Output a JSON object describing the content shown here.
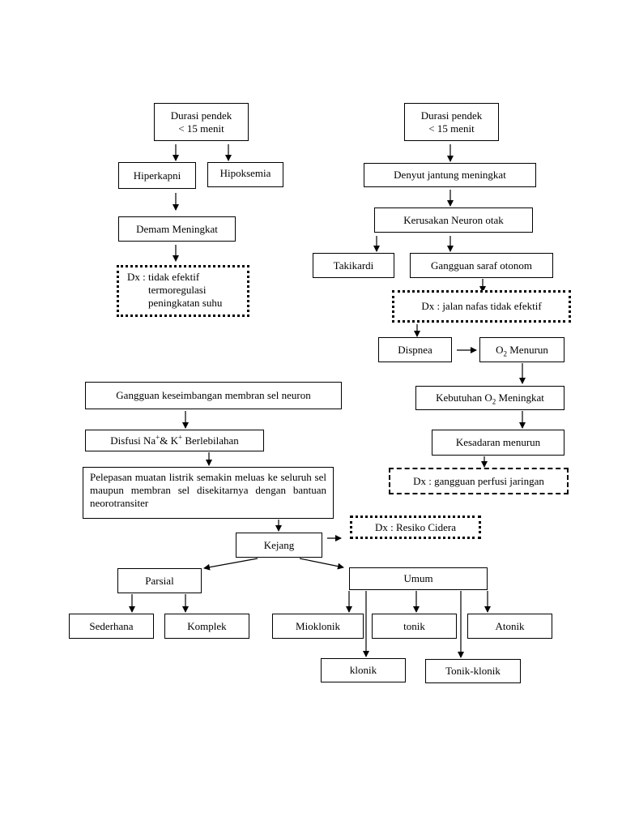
{
  "left_top": {
    "durasi": [
      "Durasi pendek",
      "< 15 menit"
    ],
    "hiperkapni": "Hiperkapni",
    "hipoksemia": "Hipoksemia",
    "demam": "Demam Meningkat",
    "dx_termo": [
      "Dx : tidak efektif",
      "termoregulasi",
      "peningkatan suhu"
    ]
  },
  "right_top": {
    "durasi": [
      "Durasi pendek",
      "< 15 menit"
    ],
    "denyut": "Denyut jantung meningkat",
    "kerusakan": "Kerusakan Neuron otak",
    "takikardi": "Takikardi",
    "gangguan_saraf": "Gangguan saraf otonom",
    "dx_jalan_nafas": "Dx : jalan nafas tidak efektif",
    "dispnea": "Dispnea",
    "o2_menurun": {
      "prefix": "O",
      "sub": "2",
      "suffix": " Menurun"
    },
    "kebutuhan_o2": {
      "prefix": "Kebutuhan O",
      "sub": "2",
      "suffix": " Meningkat"
    },
    "kesadaran": "Kesadaran menurun",
    "dx_perfusi": "Dx : gangguan perfusi jaringan"
  },
  "bottom": {
    "gangguan_membran": "Gangguan keseimbangan membran sel neuron",
    "difusi": {
      "part1": "Disfusi Na",
      "sup1": "+",
      "part2": "& K",
      "sup2": "+",
      "part3": " Berlebilahan"
    },
    "pelepasan": "Pelepasan muatan listrik semakin meluas ke seluruh sel maupun membran sel disekitarnya dengan bantuan neorotransiter",
    "kejang": "Kejang",
    "dx_cidera": "Dx : Resiko Cidera",
    "parsial": "Parsial",
    "umum": "Umum",
    "sederhana": "Sederhana",
    "komplek": "Komplek",
    "mioklonik": "Mioklonik",
    "tonik": "tonik",
    "atonik": "Atonik",
    "klonik": "klonik",
    "tonik_klonik": "Tonik-klonik"
  }
}
